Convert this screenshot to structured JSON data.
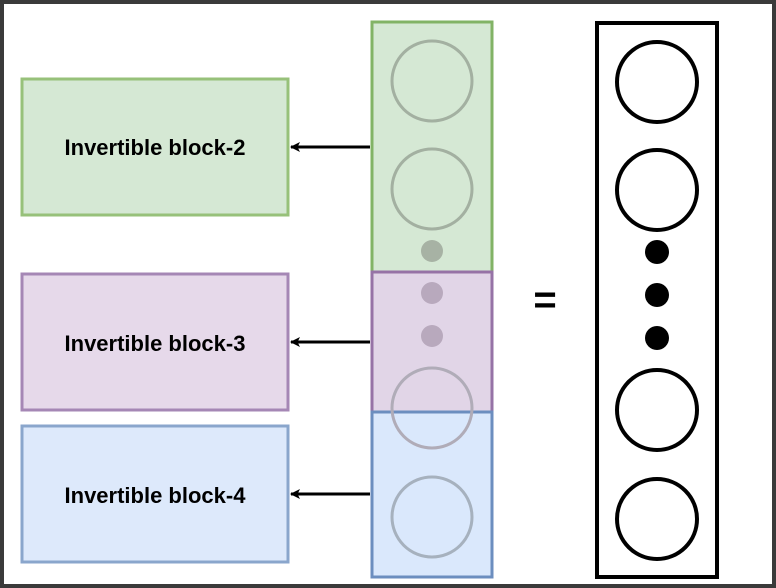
{
  "colors": {
    "green_fill": "#d5e8d4",
    "green_stroke": "#82b366",
    "purple_fill": "#e1d5e7",
    "purple_stroke": "#9673a6",
    "blue_fill": "#dae8fc",
    "blue_stroke": "#6c8ebf",
    "frame": "#3a3a3a",
    "ink": "#000000"
  },
  "blocks": [
    {
      "label": "Invertible block-2",
      "color": "green"
    },
    {
      "label": "Invertible block-3",
      "color": "purple"
    },
    {
      "label": "Invertible block-4",
      "color": "blue"
    }
  ],
  "equals_sign": "="
}
